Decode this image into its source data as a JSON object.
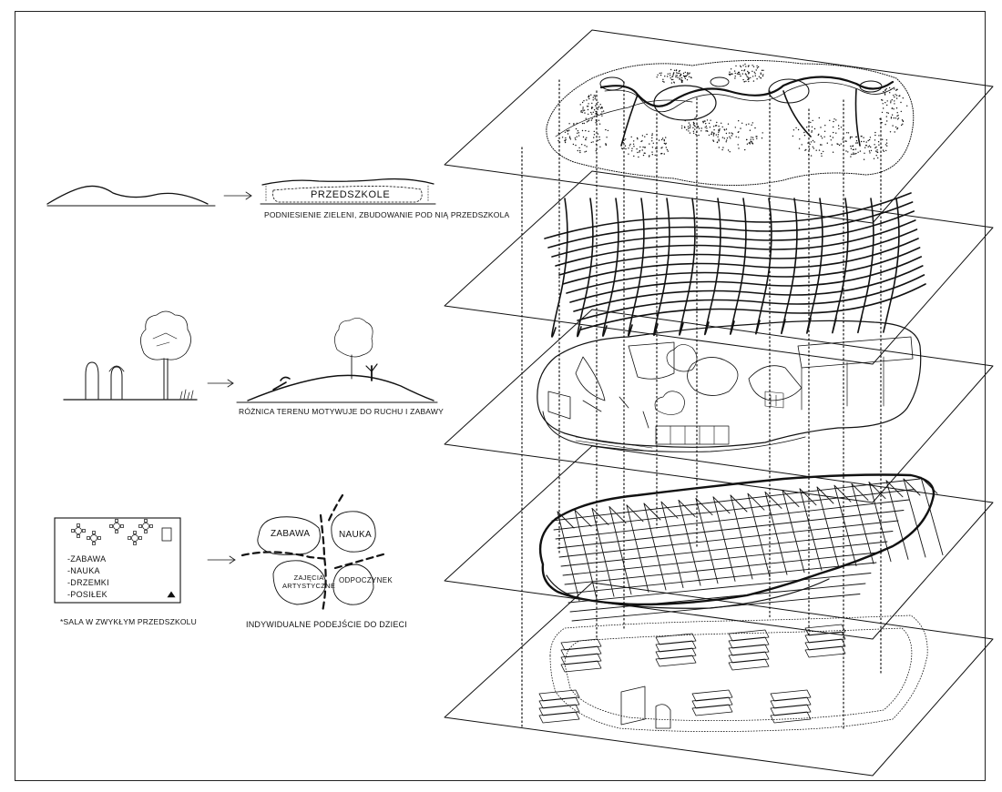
{
  "diagram": {
    "section1": {
      "building_label": "PRZEDSZKOLE",
      "caption": "PODNIESIENIE ZIELENI, ZBUDOWANIE POD NIĄ PRZEDSZKOLA"
    },
    "section2": {
      "caption": "RÓŻNICA TERENU MOTYWUJE DO RUCHU I ZABAWY"
    },
    "section3": {
      "room_list": [
        "-ZABAWA",
        "-NAUKA",
        "-DRZEMKI",
        "-POSIŁEK"
      ],
      "room_caption": "*SALA W ZWYKŁYM PRZEDSZKOLU",
      "zones": {
        "play": "ZABAWA",
        "learn": "NAUKA",
        "art_line1": "ZAJĘCIA",
        "art_line2": "ARTYSTYCZNE",
        "rest": "ODPOCZYNEK"
      },
      "caption": "INDYWIDUALNE PODEJŚCIE DO DZIECI"
    }
  }
}
